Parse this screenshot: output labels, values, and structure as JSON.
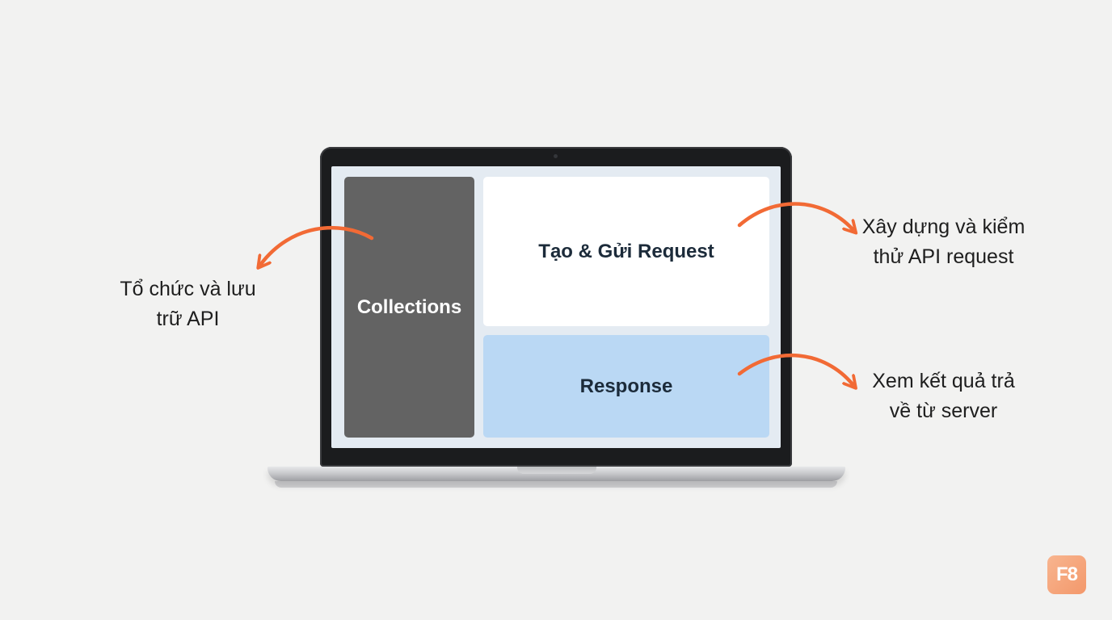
{
  "screen": {
    "collections_label": "Collections",
    "request_label": "Tạo & Gửi Request",
    "response_label": "Response"
  },
  "annotations": {
    "left": {
      "line1": "Tổ chức và lưu",
      "line2": "trữ API"
    },
    "right_top": {
      "line1": "Xây dựng và kiểm",
      "line2": "thử API request"
    },
    "right_bottom": {
      "line1": "Xem kết quả trả",
      "line2": "về từ server"
    }
  },
  "logo": {
    "text": "F8"
  },
  "colors": {
    "arrow": "#f26a35",
    "collections_panel": "#636363",
    "request_panel": "#ffffff",
    "response_panel": "#bad8f4",
    "logo_bg": "#f6a57d"
  }
}
